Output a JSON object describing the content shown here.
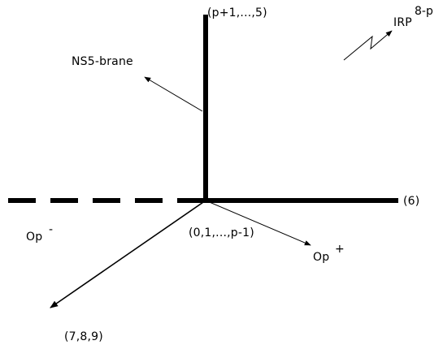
{
  "labels": {
    "top_axis": "(p+1,...,5)",
    "right_axis": "(6)",
    "origin_axis": "(0,1,...,p-1)",
    "diagonal_axis": "(7,8,9)",
    "ns5": "NS5-brane",
    "op_minus_base": "Op",
    "op_minus_sup": "-",
    "op_plus_base": "Op",
    "op_plus_sup": "+",
    "irp_base": "IRP",
    "irp_sup": "8-p"
  }
}
